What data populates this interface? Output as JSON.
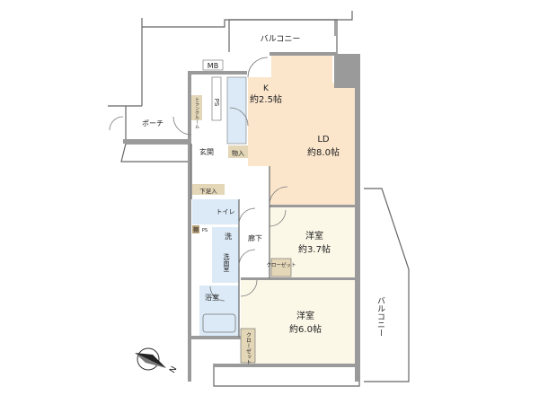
{
  "colors": {
    "living": "#fbe6cc",
    "western": "#fcf8e8",
    "wet": "#dbeaf6",
    "storage": "#e4d7b8",
    "wall": "#9a9a9a"
  },
  "labels": {
    "balcony_top": "バルコニー",
    "balcony_right": "バルコニー",
    "mb": "MB",
    "ps": "PS",
    "trunk_room": "トランクルーム",
    "porch": "ポーチ",
    "k": "K",
    "k_size": "約2.5帖",
    "ld": "LD",
    "ld_size": "約8.0帖",
    "entrance": "玄関",
    "storage": "物入",
    "shoe_box": "下足入",
    "toilet": "トイレ",
    "shelf": "棚",
    "ps_small": "PS",
    "washer": "洗",
    "washroom": "洗面室",
    "hallway": "廊下",
    "room1": "洋室",
    "room1_size": "約3.7帖",
    "closet1": "クローゼット",
    "bath": "浴室",
    "room2": "洋室",
    "room2_size": "約6.0帖",
    "closet2": "クローゼット",
    "compass_n": "N"
  }
}
